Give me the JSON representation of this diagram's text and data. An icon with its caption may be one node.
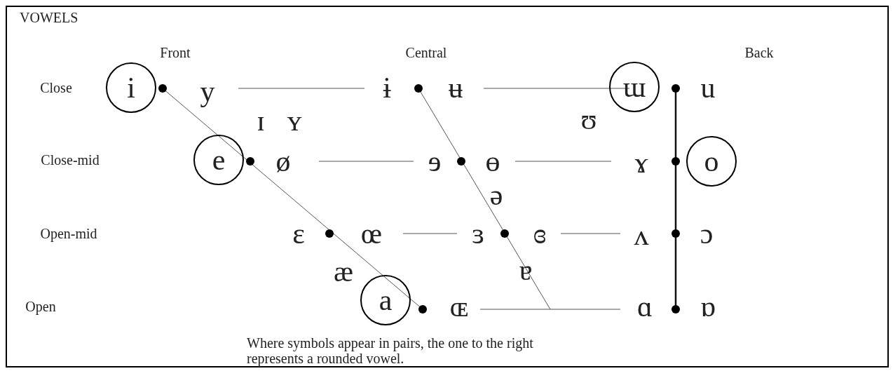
{
  "diagram": {
    "title": "VOWELS",
    "caption": "Where symbols appear in pairs, the one to the right represents a rounded vowel.",
    "nodes": [
      {
        "text": [
          "i"
        ]
      },
      {
        "text": [
          "ɯ"
        ]
      },
      {
        "text": [
          "e"
        ]
      },
      {
        "text": [
          "o"
        ]
      },
      {
        "text": [
          "a"
        ]
      }
    ],
    "labels": [
      "Front",
      "Central",
      "Back",
      "Close",
      "y",
      "ɨ",
      "ʉ",
      "u",
      "ɪ",
      "ʏ",
      "ʊ",
      "Close-mid",
      "ø",
      "ɘ",
      "ɵ",
      "ɤ",
      "ə",
      "Open-mid",
      "ɛ",
      "œ",
      "ɜ",
      "ɞ",
      "ʌ",
      "ɔ",
      "æ",
      "ɐ",
      "Open",
      "ɶ",
      "ɑ",
      "ɒ"
    ]
  }
}
